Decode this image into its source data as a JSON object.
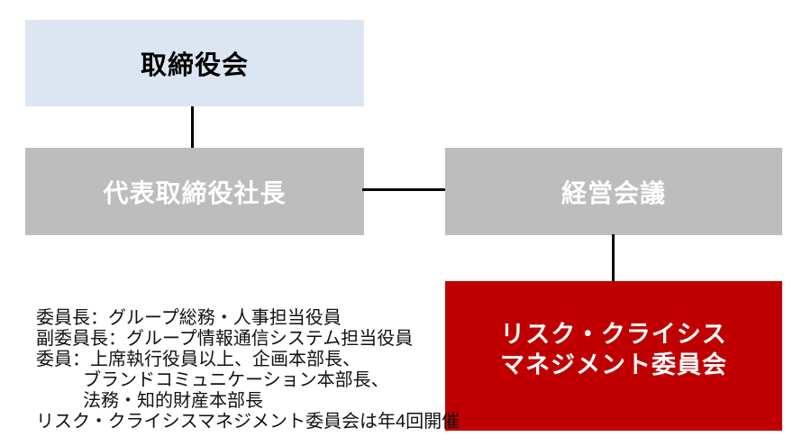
{
  "colors": {
    "board_box_bg": "#dce6f2",
    "gray_box_bg": "#bdbdbd",
    "committee_box_bg": "#c00000",
    "connector": "#000000",
    "board_text": "#000000",
    "filled_box_text": "#ffffff",
    "notes_text": "#111111"
  },
  "nodes": {
    "board": {
      "label": "取締役会"
    },
    "president": {
      "label": "代表取締役社長"
    },
    "management_meeting": {
      "label": "経営会議"
    },
    "risk_committee": {
      "line1": "リスク・クライシス",
      "line2": "マネジメント委員会"
    }
  },
  "notes": {
    "line1": "委員長：グループ総務・人事担当役員",
    "line2": "副委員長：グループ情報通信システム担当役員",
    "line3": "委員：上席執行役員以上、企画本部長、",
    "line4": "ブランドコミュニケーション本部長、",
    "line5": "法務・知的財産本部長",
    "line6": "リスク・クライシスマネジメント委員会は年4回開催"
  }
}
